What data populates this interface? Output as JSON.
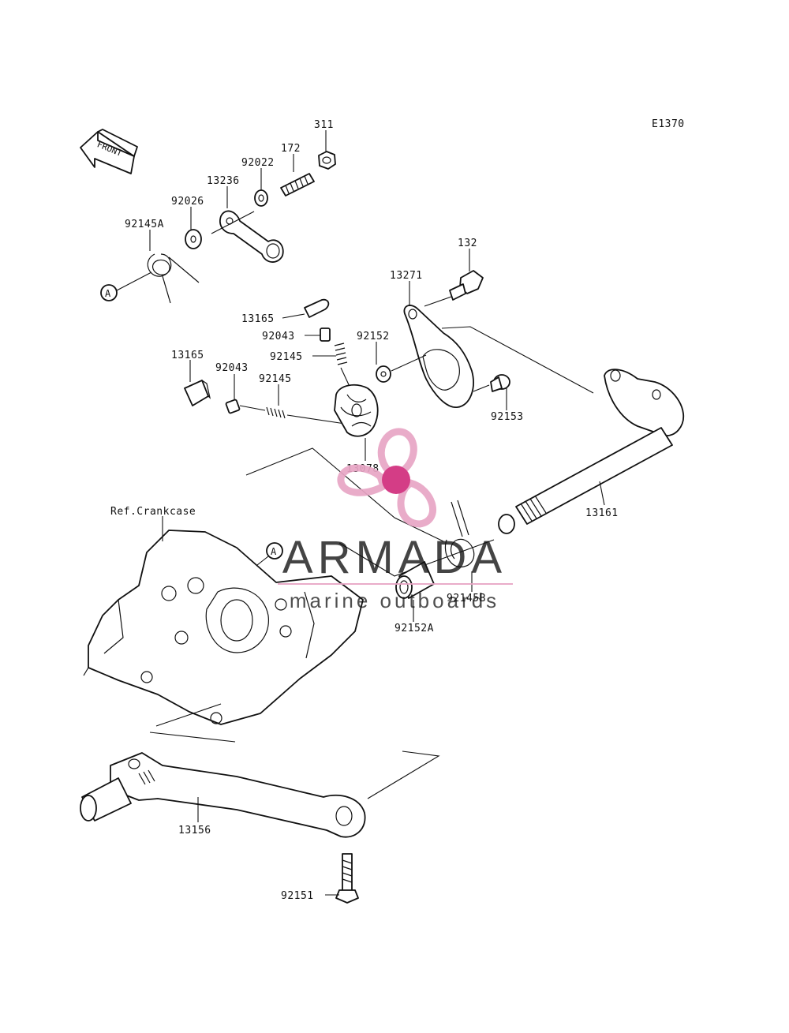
{
  "diagram": {
    "ref_code": "E1370",
    "front_label": "FRONT",
    "ref_label": "Ref.Crankcase",
    "marker_a": "A",
    "parts": {
      "p311": "311",
      "p172": "172",
      "p92022": "92022",
      "p13236": "13236",
      "p92026": "92026",
      "p92145A": "92145A",
      "p132": "132",
      "p13271": "13271",
      "p13165_top": "13165",
      "p92043_top": "92043",
      "p92145_top": "92145",
      "p92152": "92152",
      "p13165_left": "13165",
      "p92043_left": "92043",
      "p92145_left": "92145",
      "p92153": "92153",
      "p13078": "13078",
      "p13161": "13161",
      "p92145B": "92145B",
      "p92152A": "92152A",
      "p13156": "13156",
      "p92151": "92151"
    }
  },
  "watermark": {
    "brand": "ARMADA",
    "tagline": "marine outboards",
    "colors": {
      "pink": "#e8a5c5",
      "magenta": "#d12d7c",
      "text": "#7a7a7a"
    }
  }
}
